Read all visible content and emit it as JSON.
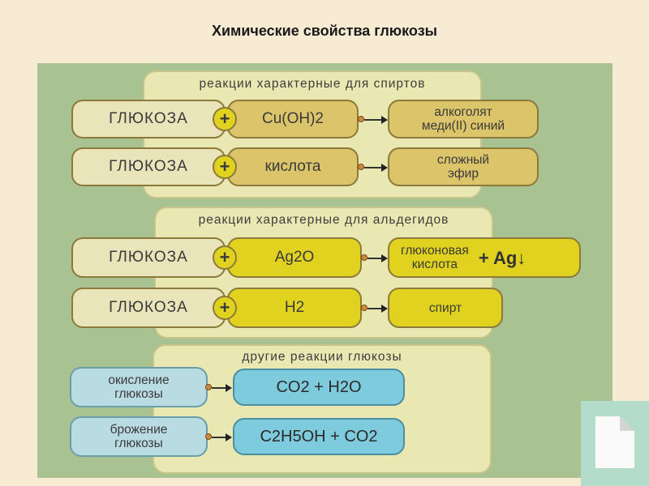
{
  "title": "Химические свойства глюкозы",
  "groups": [
    {
      "heading": "реакции  характерные для спиртов",
      "reactions": [
        {
          "reactant": "ГЛЮКОЗА",
          "reagent": "Cu(OH)2",
          "product_line1": "алкоголят",
          "product_line2": "меди(II) синий"
        },
        {
          "reactant": "ГЛЮКОЗА",
          "reagent": "кислота",
          "product_line1": "сложный",
          "product_line2": "эфир"
        }
      ]
    },
    {
      "heading": "реакции  характерные для альдегидов",
      "reactions": [
        {
          "reactant": "ГЛЮКОЗА",
          "reagent": "Ag2O",
          "product_line1": "глюконовая",
          "product_line2": "кислота",
          "extra": "+ Ag↓"
        },
        {
          "reactant": "ГЛЮКОЗА",
          "reagent": "H2",
          "product_line1": "спирт"
        }
      ]
    },
    {
      "heading": "другие  реакции  глюкозы",
      "reactions": [
        {
          "process_line1": "окисление",
          "process_line2": "глюкозы",
          "result": "CO2 + H2O"
        },
        {
          "process_line1": "брожение",
          "process_line2": "глюкозы",
          "result": "C2H5OH + CO2"
        }
      ]
    }
  ],
  "plus_sign": "+",
  "colors": {
    "background": "#f7ecd3",
    "panel": "#a9c291",
    "group": "#e9e7b2",
    "reagent_tan": "#dcc46a",
    "reagent_yellow": "#e0d21e",
    "process_blue": "#b9dbe2",
    "result_blue": "#7ecbdd"
  },
  "icons": {
    "corner": "document-icon",
    "arrow": "arrow-right-icon"
  }
}
